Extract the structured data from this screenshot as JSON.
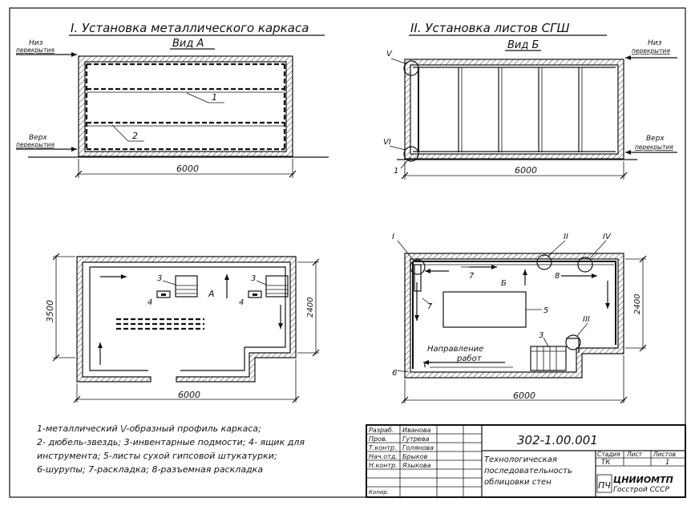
{
  "views": {
    "view1": {
      "title": "I. Установка металлического каркаса",
      "subtitle": "Вид А"
    },
    "view2": {
      "title": "II. Установка листов СГШ",
      "subtitle": "Вид Б"
    }
  },
  "labels": {
    "niz_a": "Низ",
    "perekr_a": "перекрытия",
    "verh_a": "Верх",
    "perekr_a2": "перекрытия",
    "niz_b": "Низ",
    "perekr_b": "перекрытия",
    "verh_b": "Верх",
    "perekr_b2": "перекрытия",
    "dim_6000_a": "6000",
    "dim_6000_b": "6000",
    "dim_6000_c": "6000",
    "dim_6000_d": "6000",
    "dim_3500": "3500",
    "dim_2400_a": "2400",
    "dim_2400_b": "2400",
    "n1": "1",
    "n2": "2",
    "r5": "V",
    "r6": "VI",
    "r1": "1",
    "p1": "I",
    "p2": "II",
    "p4": "IV",
    "p3": "III",
    "n3a": "3",
    "n3b": "3",
    "n4a": "4",
    "n4b": "4",
    "vA": "А",
    "n7a": "7",
    "n7b": "7",
    "n8": "8",
    "nB": "Б",
    "n5": "5",
    "n3c": "3",
    "n6": "6",
    "direction_1": "Направление",
    "direction_2": "работ"
  },
  "legend": [
    "1-металлический  \\/-образный профиль каркаса;",
    "2- дюбель-звездь; 3-инвентарные подмости; 4- ящик для",
    "инструмента; 5-листы сухой гипсовой штукатурки;",
    "6-шурупы; 7-раскладка; 8-разъемная раскладка"
  ],
  "title_block": {
    "roles": [
      "Разраб.",
      "Пров.",
      "Т.контр.",
      "Нач.отд.",
      "Н.контр."
    ],
    "names": [
      "Иванова",
      "Гутрева",
      "Голянова",
      "Брыков",
      "Языкова"
    ],
    "document_code": "302-1.00.001",
    "doc_title_lines": [
      "Технологическая",
      "последовательность",
      "облицовки стен"
    ],
    "stage_label": "Стадия",
    "sheet_label": "Лист",
    "sheets_label": "Листов",
    "stage_value": "ТК",
    "sheets_value": "1",
    "organization_prefix": "ПЧ",
    "organization_line1": "ЦНИИОМТП",
    "organization_line2": "Госстрой СССР",
    "corner_note": "Копир."
  }
}
